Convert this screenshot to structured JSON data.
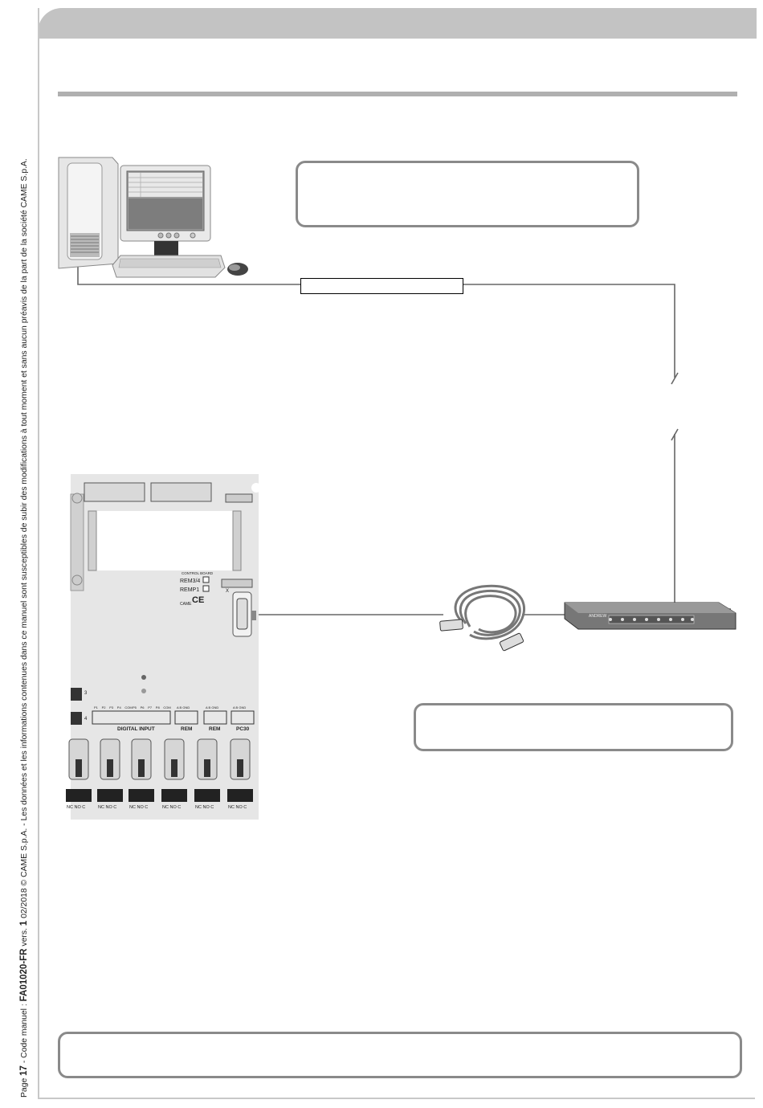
{
  "sidebar": {
    "page_prefix": "Page ",
    "page_number": "17",
    "code_prefix": " - Code manuel : ",
    "code": "FA01020-FR",
    "version_prefix": " vers. ",
    "version": "1",
    "date_copyright": "  02/2018  © CAME S.p.A. - Les données et les informations contenues dans ce manuel sont susceptibles de subir des modifications à tout moment et sans aucun préavis de la part de la société CAME S.p.A."
  },
  "board": {
    "control_label": "CONTROL BOARD",
    "rem34": "REM3/4",
    "rem12": "REMP1",
    "brand": "CAME",
    "ce": "CE",
    "x_label": "X",
    "three": "3",
    "four": "4",
    "digital_input": "DIGITAL INPUT",
    "inputs": [
      "P1",
      "P2",
      "P3",
      "P4",
      "COM",
      "P5",
      "P6",
      "P7",
      "P8",
      "COM"
    ],
    "rem_a": "REM",
    "rem_b": "REM",
    "pc30": "PC30",
    "ab_gnd": "A  B GND",
    "nc_no_c": "NC NO C"
  },
  "switch_label": "ANDREW"
}
